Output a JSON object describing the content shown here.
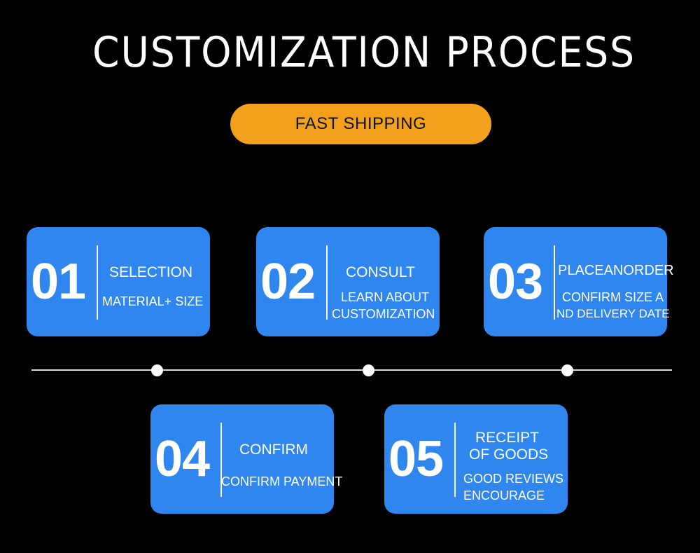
{
  "title": "CUSTOMIZATION PROCESS",
  "badge": "FAST SHIPPING",
  "colors": {
    "background": "#000000",
    "card": "#2f86ef",
    "badge": "#f3a01c",
    "text": "#ffffff",
    "line": "#d8d8d8"
  },
  "steps": [
    {
      "number": "01",
      "title": "SELECTION",
      "desc": [
        "MATERIAL+ SIZE"
      ]
    },
    {
      "number": "02",
      "title": "CONSULT",
      "desc": [
        "LEARN ABOUT",
        "CUSTOMIZATION"
      ]
    },
    {
      "number": "03",
      "title": "PLACEANORDER",
      "desc": [
        "CONFIRM SIZE A",
        "ND DELIVERY DATE"
      ]
    },
    {
      "number": "04",
      "title": "CONFIRM",
      "desc": [
        "CONFIRM PAYMENT"
      ]
    },
    {
      "number": "05",
      "title": [
        "RECEIPT",
        "OF GOODS"
      ],
      "desc": [
        "GOOD REVIEWS",
        "ENCOURAGE"
      ]
    }
  ]
}
